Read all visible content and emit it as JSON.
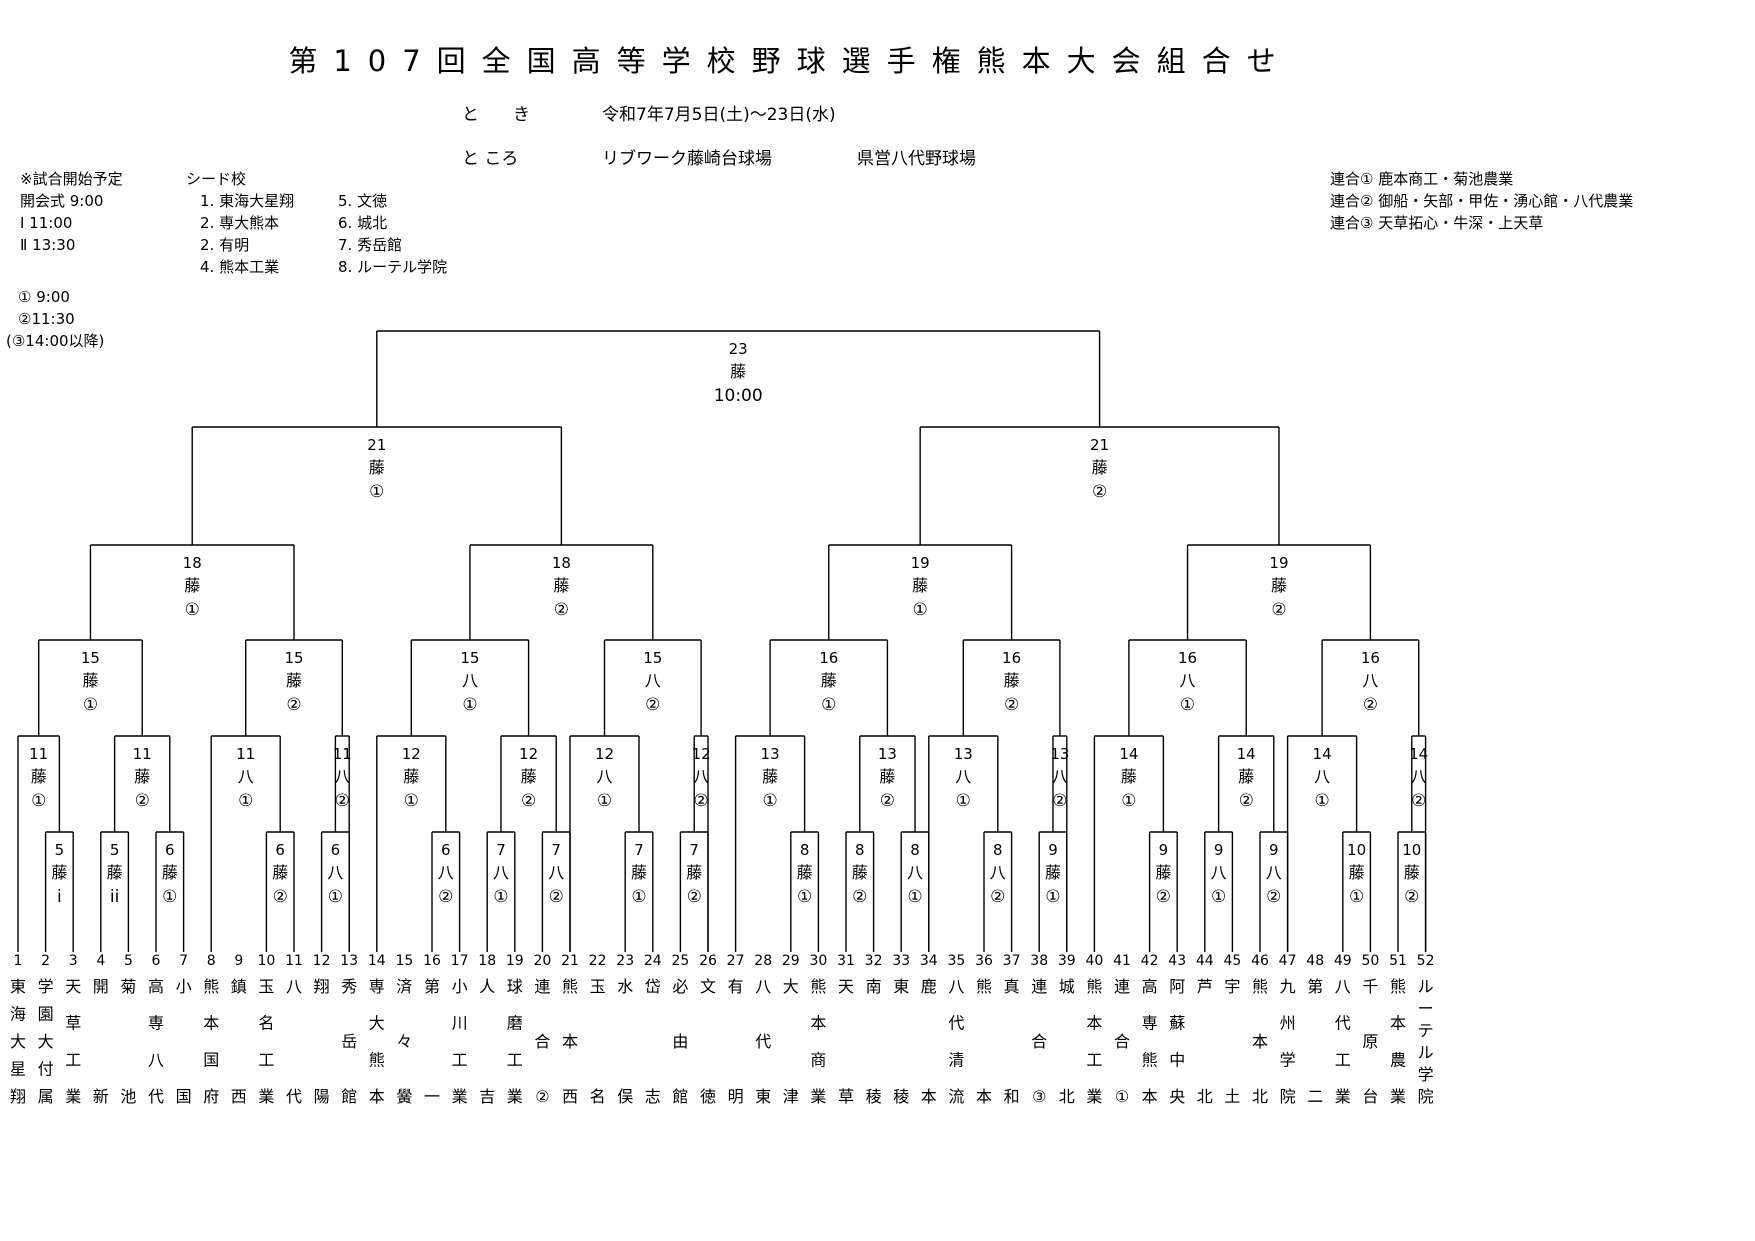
{
  "title": "第107回全国高等学校野球選手権熊本大会組合せ",
  "when": {
    "label": "と　　き",
    "value": "令和7年7月5日(土)～23日(水)"
  },
  "where": {
    "label": "と ころ",
    "venue1": "リブワーク藤崎台球場",
    "venue2": "県営八代野球場"
  },
  "schedule": {
    "heading": "※試合開始予定",
    "rows": [
      "開会式  9:00",
      "Ⅰ   11:00",
      "Ⅱ   13:30"
    ],
    "slots": [
      "① 9:00",
      "②11:30",
      "(③14:00以降)"
    ]
  },
  "seeds": {
    "heading": "シード校",
    "col1": [
      "1. 東海大星翔",
      "2. 専大熊本",
      "2. 有明",
      "4. 熊本工業"
    ],
    "col2": [
      "5. 文徳",
      "6. 城北",
      "7. 秀岳館",
      "8. ルーテル学院"
    ]
  },
  "unions": [
    "連合①  鹿本商工・菊池農業",
    "連合②  御船・矢部・甲佐・湧心館・八代農業",
    "連合③  天草拓心・牛深・上天草"
  ],
  "teams": [
    {
      "n": "1",
      "name": "東海大星翔"
    },
    {
      "n": "2",
      "name": "学園大付属"
    },
    {
      "n": "3",
      "name": "天草工業"
    },
    {
      "n": "4",
      "name": "開新"
    },
    {
      "n": "5",
      "name": "菊池"
    },
    {
      "n": "6",
      "name": "高専八代"
    },
    {
      "n": "7",
      "name": "小国"
    },
    {
      "n": "8",
      "name": "熊本国府"
    },
    {
      "n": "9",
      "name": "鎮西"
    },
    {
      "n": "10",
      "name": "玉名工業"
    },
    {
      "n": "11",
      "name": "八代"
    },
    {
      "n": "12",
      "name": "翔陽"
    },
    {
      "n": "13",
      "name": "秀岳館"
    },
    {
      "n": "14",
      "name": "専大熊本"
    },
    {
      "n": "15",
      "name": "済々黌"
    },
    {
      "n": "16",
      "name": "第一"
    },
    {
      "n": "17",
      "name": "小川工業"
    },
    {
      "n": "18",
      "name": "人吉"
    },
    {
      "n": "19",
      "name": "球磨工業"
    },
    {
      "n": "20",
      "name": "連合②"
    },
    {
      "n": "21",
      "name": "熊本西"
    },
    {
      "n": "22",
      "name": "玉名"
    },
    {
      "n": "23",
      "name": "水俣"
    },
    {
      "n": "24",
      "name": "岱志"
    },
    {
      "n": "25",
      "name": "必由館"
    },
    {
      "n": "26",
      "name": "文徳"
    },
    {
      "n": "27",
      "name": "有明"
    },
    {
      "n": "28",
      "name": "八代東"
    },
    {
      "n": "29",
      "name": "大津"
    },
    {
      "n": "30",
      "name": "熊本商業"
    },
    {
      "n": "31",
      "name": "天草"
    },
    {
      "n": "32",
      "name": "南稜"
    },
    {
      "n": "33",
      "name": "東稜"
    },
    {
      "n": "34",
      "name": "鹿本"
    },
    {
      "n": "35",
      "name": "八代清流"
    },
    {
      "n": "36",
      "name": "熊本"
    },
    {
      "n": "37",
      "name": "真和"
    },
    {
      "n": "38",
      "name": "連合③"
    },
    {
      "n": "39",
      "name": "城北"
    },
    {
      "n": "40",
      "name": "熊本工業"
    },
    {
      "n": "41",
      "name": "連合①"
    },
    {
      "n": "42",
      "name": "高専熊本"
    },
    {
      "n": "43",
      "name": "阿蘇中央"
    },
    {
      "n": "44",
      "name": "芦北"
    },
    {
      "n": "45",
      "name": "宇土"
    },
    {
      "n": "46",
      "name": "熊本北"
    },
    {
      "n": "47",
      "name": "九州学院"
    },
    {
      "n": "48",
      "name": "第二"
    },
    {
      "n": "49",
      "name": "八代工業"
    },
    {
      "n": "50",
      "name": "千原台"
    },
    {
      "n": "51",
      "name": "熊本農業"
    },
    {
      "n": "52",
      "name": "ルーテル学院"
    }
  ],
  "matches": {
    "first": [
      {
        "day": "5",
        "venue": "藤",
        "slot": "i"
      },
      {
        "day": "5",
        "venue": "藤",
        "slot": "ii"
      },
      {
        "day": "6",
        "venue": "藤",
        "slot": "①"
      },
      {
        "day": "6",
        "venue": "藤",
        "slot": "②"
      },
      {
        "day": "6",
        "venue": "八",
        "slot": "①"
      },
      {
        "day": "6",
        "venue": "八",
        "slot": "②"
      },
      {
        "day": "7",
        "venue": "八",
        "slot": "①"
      },
      {
        "day": "7",
        "venue": "八",
        "slot": "②"
      },
      {
        "day": "7",
        "venue": "藤",
        "slot": "①"
      },
      {
        "day": "7",
        "venue": "藤",
        "slot": "②"
      },
      {
        "day": "8",
        "venue": "藤",
        "slot": "①"
      },
      {
        "day": "8",
        "venue": "藤",
        "slot": "②"
      },
      {
        "day": "8",
        "venue": "八",
        "slot": "①"
      },
      {
        "day": "8",
        "venue": "八",
        "slot": "②"
      },
      {
        "day": "9",
        "venue": "藤",
        "slot": "①"
      },
      {
        "day": "9",
        "venue": "藤",
        "slot": "②"
      },
      {
        "day": "9",
        "venue": "八",
        "slot": "①"
      },
      {
        "day": "9",
        "venue": "八",
        "slot": "②"
      },
      {
        "day": "10",
        "venue": "藤",
        "slot": "①"
      },
      {
        "day": "10",
        "venue": "藤",
        "slot": "②"
      }
    ],
    "second": [
      {
        "day": "11",
        "venue": "藤",
        "slot": "①"
      },
      {
        "day": "11",
        "venue": "藤",
        "slot": "②"
      },
      {
        "day": "11",
        "venue": "八",
        "slot": "①"
      },
      {
        "day": "11",
        "venue": "八",
        "slot": "②"
      },
      {
        "day": "12",
        "venue": "藤",
        "slot": "①"
      },
      {
        "day": "12",
        "venue": "藤",
        "slot": "②"
      },
      {
        "day": "12",
        "venue": "八",
        "slot": "①"
      },
      {
        "day": "12",
        "venue": "八",
        "slot": "②"
      },
      {
        "day": "13",
        "venue": "藤",
        "slot": "①"
      },
      {
        "day": "13",
        "venue": "藤",
        "slot": "②"
      },
      {
        "day": "13",
        "venue": "八",
        "slot": "①"
      },
      {
        "day": "13",
        "venue": "八",
        "slot": "②"
      },
      {
        "day": "14",
        "venue": "藤",
        "slot": "①"
      },
      {
        "day": "14",
        "venue": "藤",
        "slot": "②"
      },
      {
        "day": "14",
        "venue": "八",
        "slot": "①"
      },
      {
        "day": "14",
        "venue": "八",
        "slot": "②"
      }
    ],
    "third": [
      {
        "day": "15",
        "venue": "藤",
        "slot": "①"
      },
      {
        "day": "15",
        "venue": "藤",
        "slot": "②"
      },
      {
        "day": "15",
        "venue": "八",
        "slot": "①"
      },
      {
        "day": "15",
        "venue": "八",
        "slot": "②"
      },
      {
        "day": "16",
        "venue": "藤",
        "slot": "①"
      },
      {
        "day": "16",
        "venue": "藤",
        "slot": "②"
      },
      {
        "day": "16",
        "venue": "八",
        "slot": "①"
      },
      {
        "day": "16",
        "venue": "八",
        "slot": "②"
      }
    ],
    "quarter": [
      {
        "day": "18",
        "venue": "藤",
        "slot": "①"
      },
      {
        "day": "18",
        "venue": "藤",
        "slot": "②"
      },
      {
        "day": "19",
        "venue": "藤",
        "slot": "①"
      },
      {
        "day": "19",
        "venue": "藤",
        "slot": "②"
      }
    ],
    "semi": [
      {
        "day": "21",
        "venue": "藤",
        "slot": "①"
      },
      {
        "day": "21",
        "venue": "藤",
        "slot": "②"
      }
    ],
    "final": {
      "day": "23",
      "venue": "藤",
      "slot": "10:00"
    }
  }
}
